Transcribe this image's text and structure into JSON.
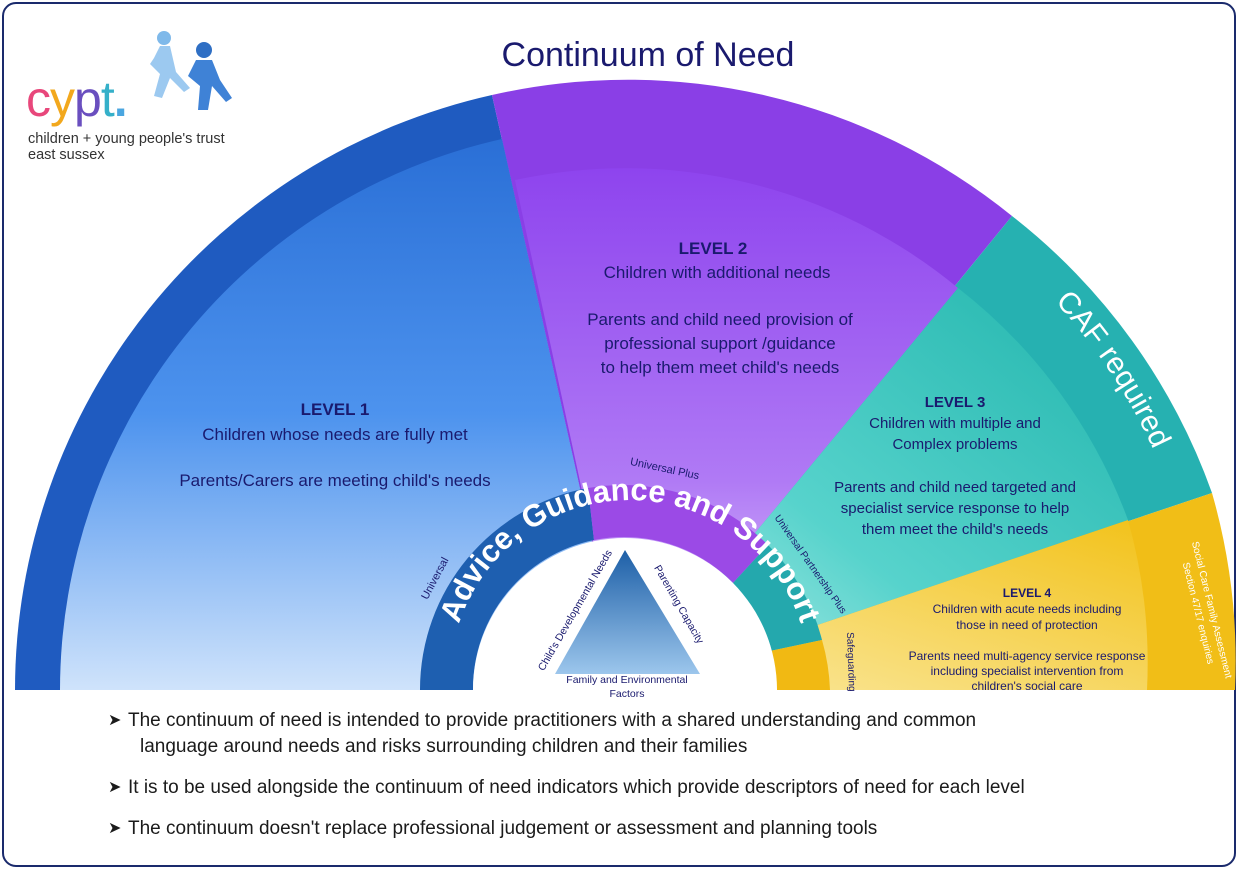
{
  "title": "Continuum of Need",
  "logo": {
    "letters": [
      {
        "ch": "c",
        "color": "#e8477b"
      },
      {
        "ch": "y",
        "color": "#f2a81d"
      },
      {
        "ch": "p",
        "color": "#6a4fbf"
      },
      {
        "ch": "t",
        "color": "#35b0c9"
      },
      {
        "ch": ".",
        "color": "#4aa6e0"
      }
    ],
    "line1": "children + young people's trust",
    "line2": "east sussex"
  },
  "levels": {
    "level1": {
      "heading": "LEVEL 1",
      "line1": "Children whose needs are fully met",
      "line2": "Parents/Carers are meeting child's needs"
    },
    "level2": {
      "heading": "LEVEL 2",
      "line1": "Children with additional needs",
      "line2": "Parents and child need provision of",
      "line3": "professional support /guidance",
      "line4": "to help them meet child's needs"
    },
    "level3": {
      "heading": "LEVEL 3",
      "line1": "Children with multiple and",
      "line2": "Complex problems",
      "line3": "Parents and child need targeted and",
      "line4": "specialist service response to help",
      "line5": "them meet the child's needs"
    },
    "level4": {
      "heading": "LEVEL 4",
      "line1": "Children with acute needs including",
      "line2": "those in need of protection",
      "line3": "Parents need multi-agency service response",
      "line4": "including specialist intervention from",
      "line5": "children's social care"
    }
  },
  "band_labels": {
    "caf": "CAF required",
    "social_care_line1": "Social Care Family Assessment",
    "social_care_line2": "Section 47/17 enquiries"
  },
  "ring_labels": {
    "universal": "Universal",
    "universal_plus": "Universal Plus",
    "universal_partnership_plus": "Universal Partnership Plus",
    "safeguarding": "Safeguarding",
    "advice": "Advice, Guidance and Support"
  },
  "triangle": {
    "left": "Child's Developmental Needs",
    "right": "Parenting Capacity",
    "bottom_line1": "Family and Environmental",
    "bottom_line2": "Factors"
  },
  "bullets": [
    {
      "line1": "The continuum of need is intended to provide practitioners with a shared understanding and common",
      "line2": "language around needs and risks surrounding children and their families"
    },
    {
      "line1": "It is to be used alongside the continuum of need indicators which provide descriptors of need for each level",
      "line2": ""
    },
    {
      "line1": "The continuum doesn't replace professional judgement or assessment and planning tools",
      "line2": ""
    }
  ],
  "colors": {
    "level1": "#1f5fc4",
    "level2": "#8b3ee8",
    "level3": "#27b3b3",
    "level4": "#f2c21a",
    "text_dark": "#1a1a6e"
  }
}
